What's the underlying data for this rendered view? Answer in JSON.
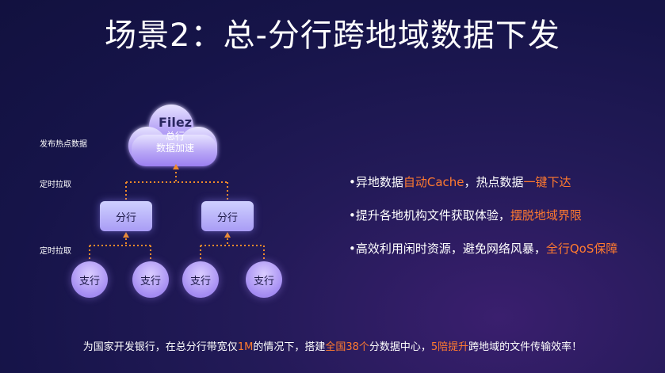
{
  "title": "场景2：总-分行跨地域数据下发",
  "labels": {
    "publish": "发布热点数据",
    "pull1": "定时拉取",
    "pull2": "定时拉取"
  },
  "cloud": {
    "brand": "Filez",
    "line1": "总行",
    "line2": "数据加速"
  },
  "branches": [
    "分行",
    "分行"
  ],
  "subs": [
    "支行",
    "支行",
    "支行",
    "支行"
  ],
  "bullets": [
    {
      "dot": "•",
      "a": "异地数据",
      "hl1": "自动Cache",
      "b": "，热点数据",
      "hl2": "一键下达"
    },
    {
      "dot": "•",
      "a": "提升各地机构文件获取体验，",
      "hl1": "摆脱地域界限",
      "b": "",
      "hl2": ""
    },
    {
      "dot": "•",
      "a": "高效利用闲时资源，避免网络风暴，",
      "hl1": "全行QoS保障",
      "b": "",
      "hl2": ""
    }
  ],
  "footer": {
    "p1": "为国家开发银行，在总分行带宽仅",
    "h1": "1M",
    "p2": "的情况下，搭建",
    "h2": "全国38个",
    "p3": "分数据中心，",
    "h3": "5陪提升",
    "p4": "跨地域的文件传输效率！"
  },
  "colors": {
    "highlight": "#ff7a2f",
    "connector": "#f08a2a",
    "node": "#b3a6f8"
  }
}
